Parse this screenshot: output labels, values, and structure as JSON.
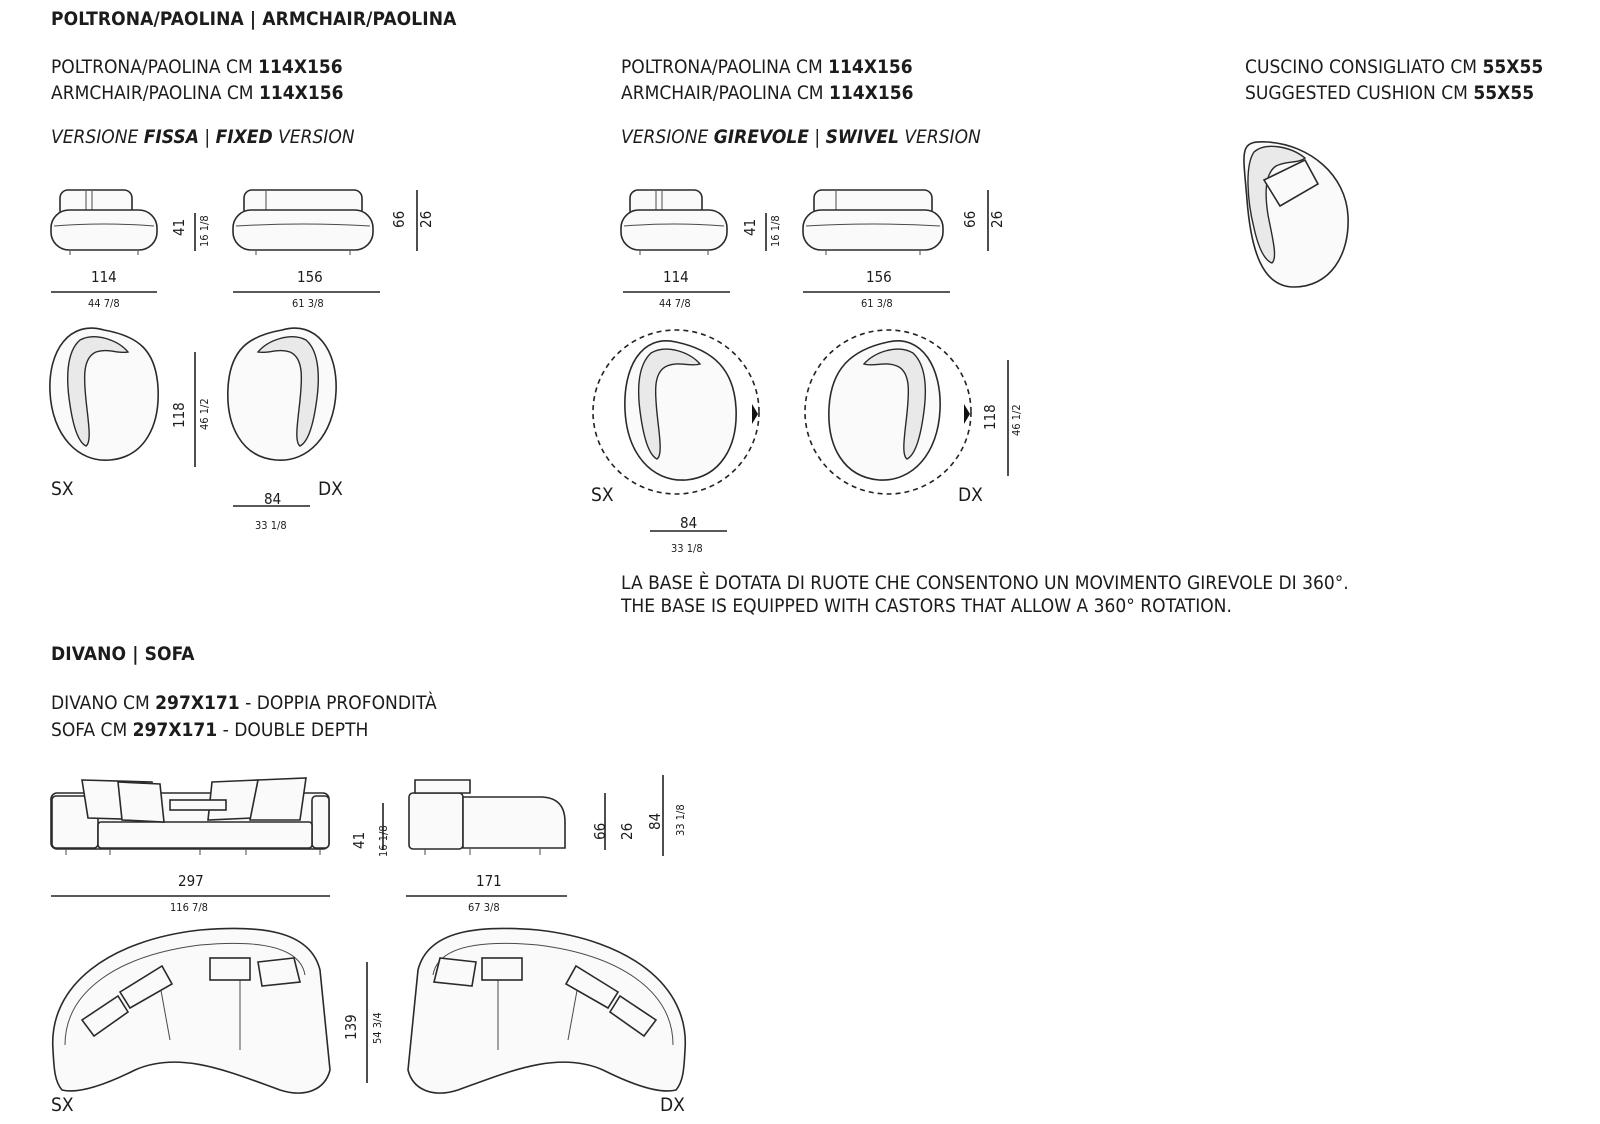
{
  "armchair_section": {
    "heading": "POLTRONA/PAOLINA | ARMCHAIR/PAOLINA",
    "fixed": {
      "size_it_prefix": "POLTRONA/PAOLINA CM ",
      "size_it_value": "114X156",
      "size_en_prefix": "ARMCHAIR/PAOLINA CM ",
      "size_en_value": "114X156",
      "version_pre": "VERSIONE ",
      "version_it": "FISSA",
      "version_sep": " | ",
      "version_en": "FIXED",
      "version_post": " VERSION",
      "dims": {
        "height_cm": "41",
        "height_in": "16 1/8",
        "back_cm": "66",
        "back_in": "26",
        "width1_cm": "114",
        "width1_in": "44 7/8",
        "width2_cm": "156",
        "width2_in": "61 3/8",
        "plan_depth_cm": "118",
        "plan_depth_in": "46 1/2",
        "plan_width_cm": "84",
        "plan_width_in": "33 1/8"
      },
      "label_left": "SX",
      "label_right": "DX"
    },
    "swivel": {
      "size_it_prefix": "POLTRONA/PAOLINA CM ",
      "size_it_value": "114X156",
      "size_en_prefix": "ARMCHAIR/PAOLINA CM ",
      "size_en_value": "114X156",
      "version_pre": "VERSIONE ",
      "version_it": "GIREVOLE",
      "version_sep": " | ",
      "version_en": "SWIVEL",
      "version_post": " VERSION",
      "dims": {
        "height_cm": "41",
        "height_in": "16 1/8",
        "back_cm": "66",
        "back_in": "26",
        "width1_cm": "114",
        "width1_in": "44 7/8",
        "width2_cm": "156",
        "width2_in": "61 3/8",
        "plan_depth_cm": "118",
        "plan_depth_in": "46 1/2",
        "plan_width_cm": "84",
        "plan_width_in": "33 1/8"
      },
      "label_left": "SX",
      "label_right": "DX",
      "note_it": "LA BASE È DOTATA DI RUOTE CHE CONSENTONO UN MOVIMENTO GIREVOLE  DI 360°.",
      "note_en": "THE BASE IS EQUIPPED WITH CASTORS THAT ALLOW A 360° ROTATION."
    },
    "cushion": {
      "it_prefix": "CUSCINO CONSIGLIATO CM ",
      "it_value": "55X55",
      "en_prefix": "SUGGESTED CUSHION CM ",
      "en_value": "55X55"
    }
  },
  "sofa_section": {
    "heading": "DIVANO | SOFA",
    "it_prefix": "DIVANO CM ",
    "it_value": "297X171",
    "it_suffix": " - DOPPIA PROFONDITÀ",
    "en_prefix": "SOFA CM ",
    "en_value": "297X171",
    "en_suffix": " - DOUBLE DEPTH",
    "dims": {
      "height_cm": "41",
      "height_in": "16 1/8",
      "back_cm": "66",
      "back_in": "26",
      "top_cm": "84",
      "top_in": "33 1/8",
      "width_cm": "297",
      "width_in": "116 7/8",
      "depth_cm": "171",
      "depth_in": "67 3/8",
      "plan_depth_cm": "139",
      "plan_depth_in": "54 3/4"
    },
    "label_left": "SX",
    "label_right": "DX"
  }
}
